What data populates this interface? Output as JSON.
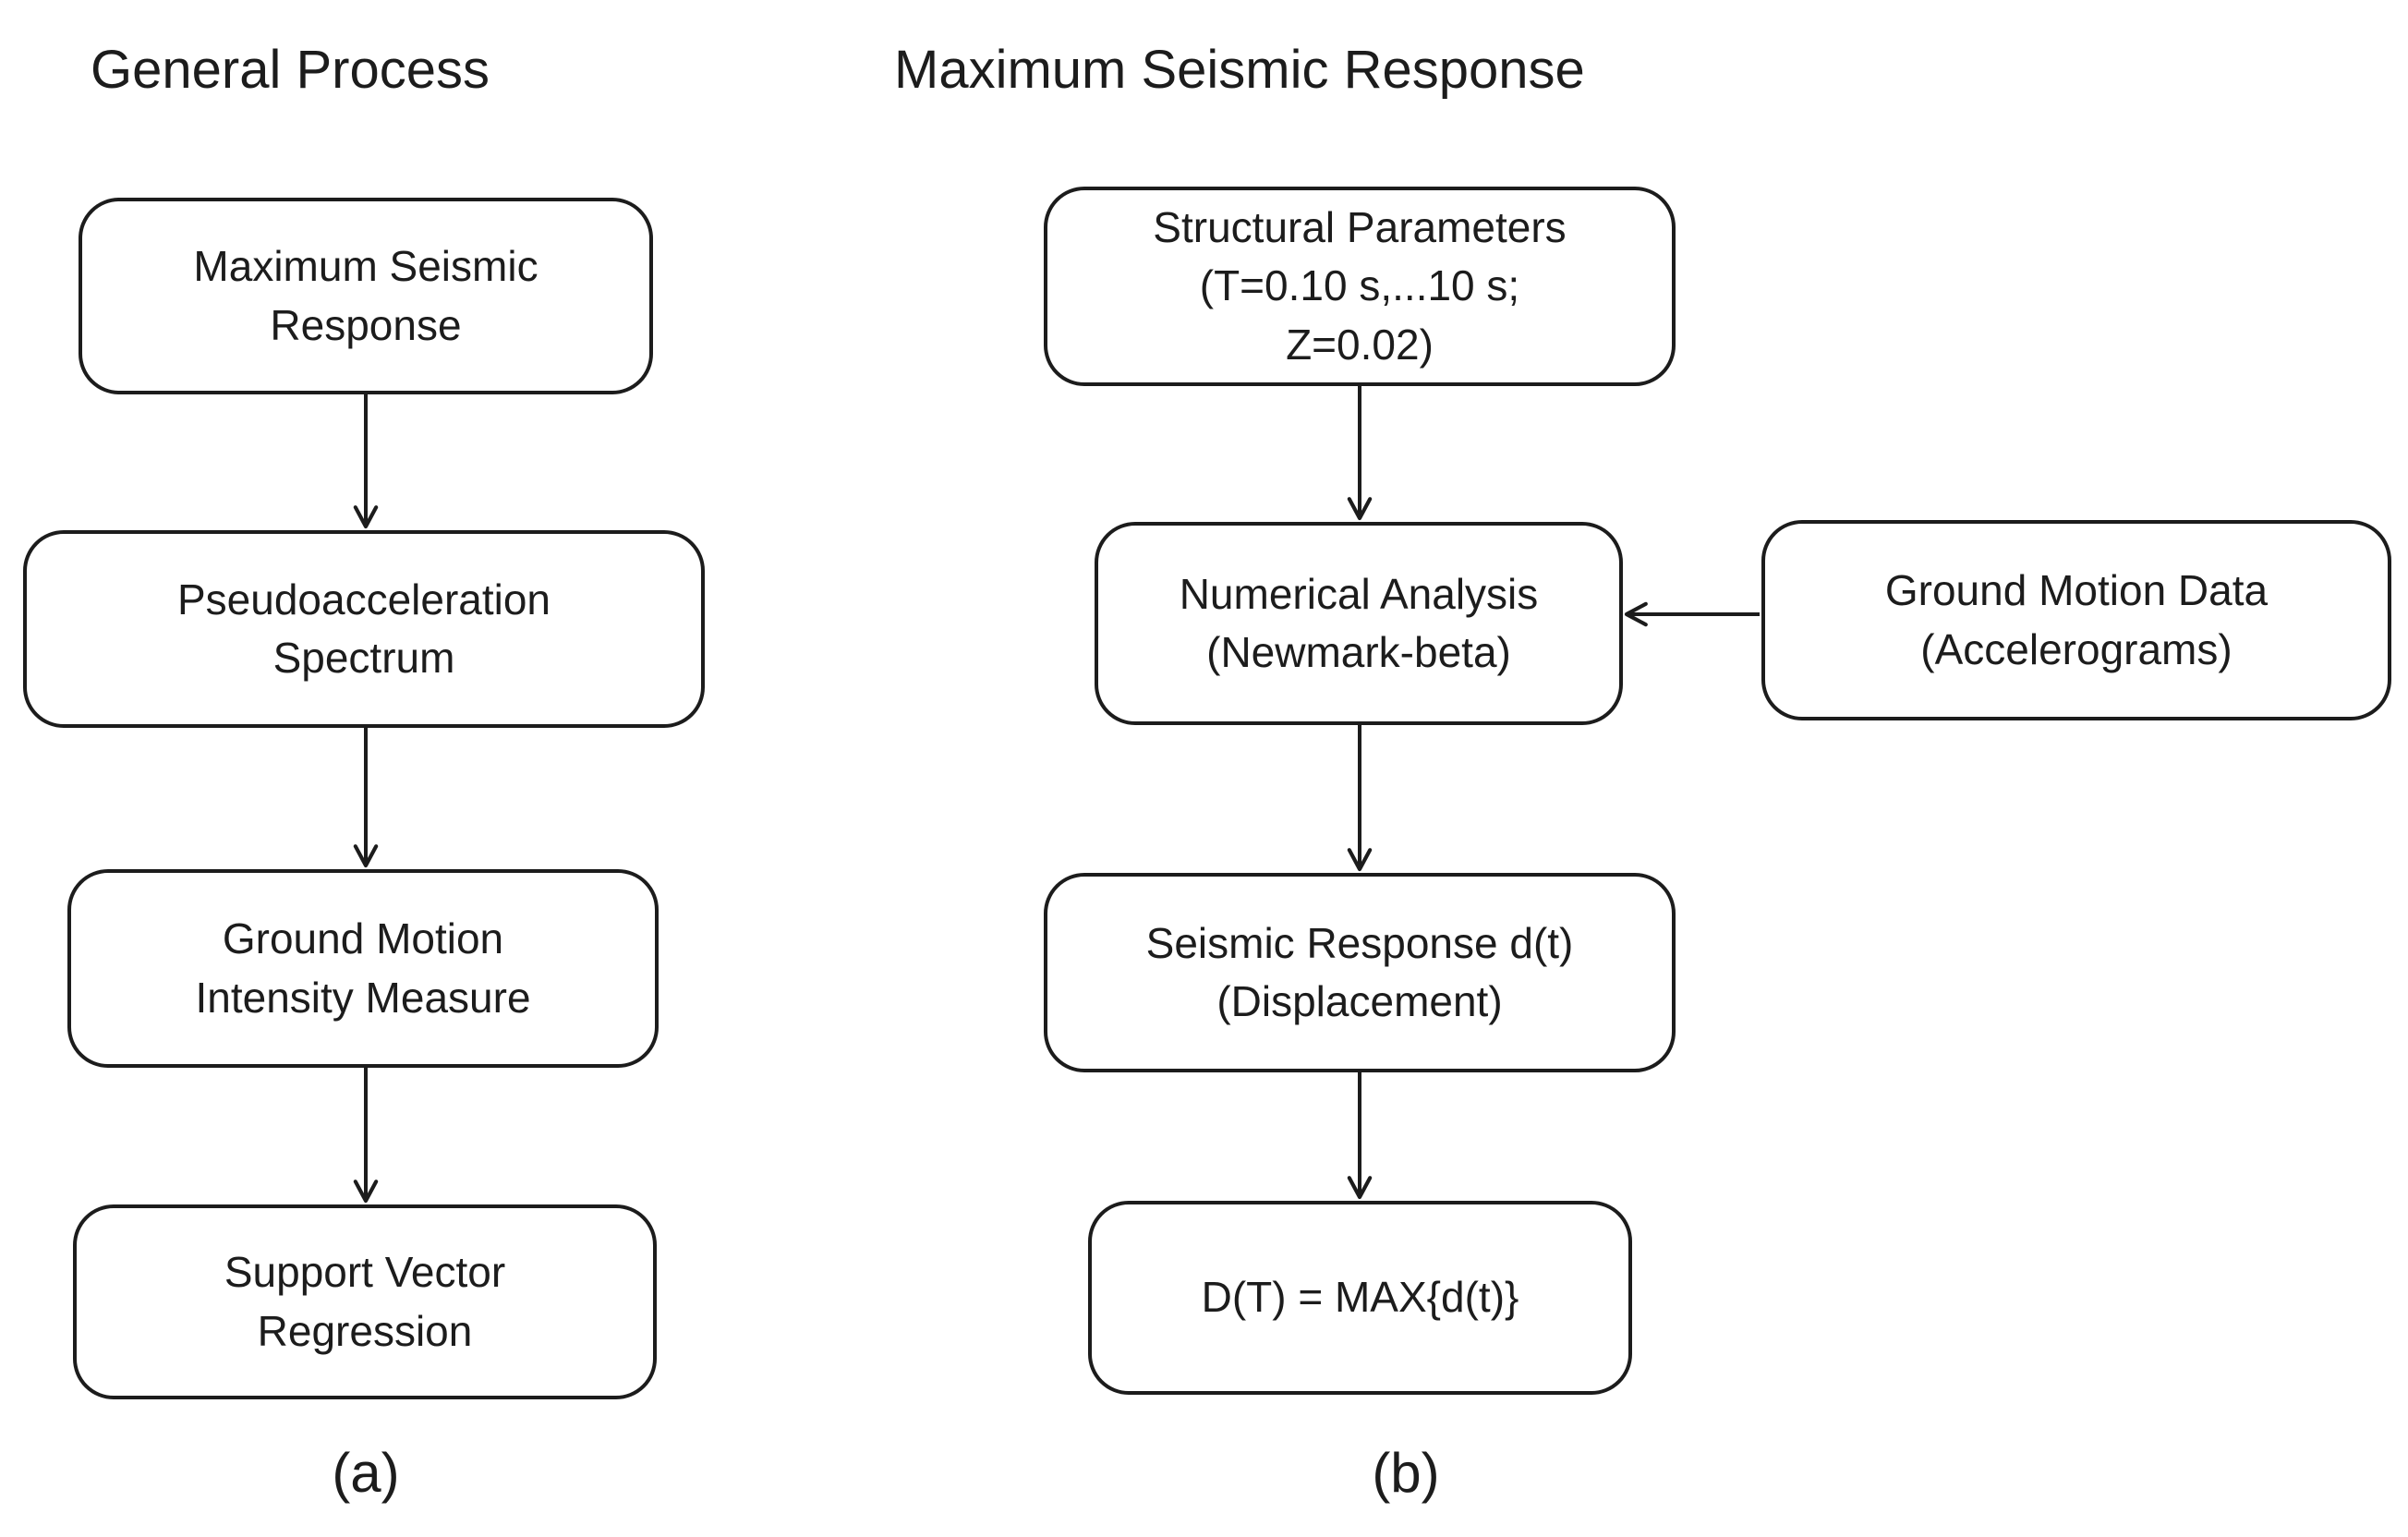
{
  "colors": {
    "background": "#ffffff",
    "stroke": "#1c1c1c",
    "text": "#1c1c1c"
  },
  "panel_a": {
    "title": "General Process",
    "caption": "(a)",
    "nodes": [
      {
        "id": "maximum-seismic-response",
        "lines": [
          "Maximum Seismic",
          "Response"
        ]
      },
      {
        "id": "pseudoacceleration-spectrum",
        "lines": [
          "Pseudoacceleration",
          "Spectrum"
        ]
      },
      {
        "id": "ground-motion-intensity-measure",
        "lines": [
          "Ground Motion",
          "Intensity Measure"
        ]
      },
      {
        "id": "support-vector-regression",
        "lines": [
          "Support Vector",
          "Regression"
        ]
      }
    ],
    "edges": [
      {
        "from": "maximum-seismic-response",
        "to": "pseudoacceleration-spectrum"
      },
      {
        "from": "pseudoacceleration-spectrum",
        "to": "ground-motion-intensity-measure"
      },
      {
        "from": "ground-motion-intensity-measure",
        "to": "support-vector-regression"
      }
    ]
  },
  "panel_b": {
    "title": "Maximum Seismic Response",
    "caption": "(b)",
    "nodes": [
      {
        "id": "structural-parameters",
        "lines": [
          "Structural Parameters",
          "(T=0.10 s,...10 s;",
          "Z=0.02)"
        ]
      },
      {
        "id": "numerical-analysis",
        "lines": [
          "Numerical Analysis",
          "(Newmark-beta)"
        ]
      },
      {
        "id": "ground-motion-data",
        "lines": [
          "Ground Motion Data",
          "(Accelerograms)"
        ]
      },
      {
        "id": "seismic-response-dt",
        "lines": [
          "Seismic Response d(t)",
          "(Displacement)"
        ]
      },
      {
        "id": "max-displacement",
        "lines": [
          "D(T) = MAX{d(t)}"
        ]
      }
    ],
    "edges": [
      {
        "from": "structural-parameters",
        "to": "numerical-analysis"
      },
      {
        "from": "ground-motion-data",
        "to": "numerical-analysis"
      },
      {
        "from": "numerical-analysis",
        "to": "seismic-response-dt"
      },
      {
        "from": "seismic-response-dt",
        "to": "max-displacement"
      }
    ]
  }
}
